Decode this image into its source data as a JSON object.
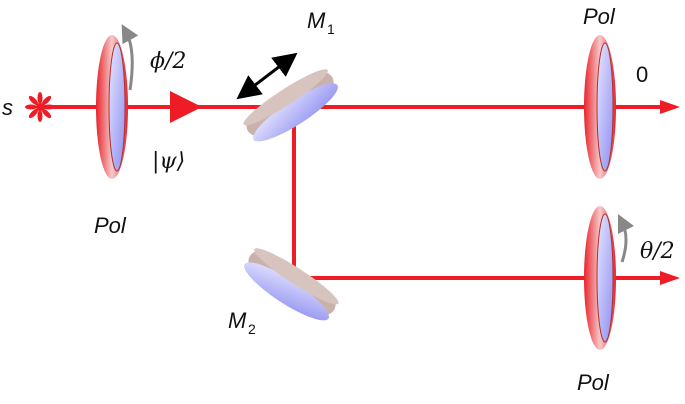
{
  "source": {
    "label": "s"
  },
  "input_polarizer": {
    "label": "Pol",
    "angle_label": "ϕ/2"
  },
  "state_label": "|ψ⟩",
  "mirror1": {
    "label": "M",
    "subscript": "1"
  },
  "mirror2": {
    "label": "M",
    "subscript": "2"
  },
  "analyzer_top": {
    "label": "Pol",
    "angle_label": "0"
  },
  "analyzer_bottom": {
    "label": "Pol",
    "angle_label": "θ/2"
  },
  "colors": {
    "beam": "#ee1c25",
    "polarizer_rim": "#e8232b",
    "glass": "#a9aaf5",
    "mirror_rim": "#c9b2ac"
  }
}
